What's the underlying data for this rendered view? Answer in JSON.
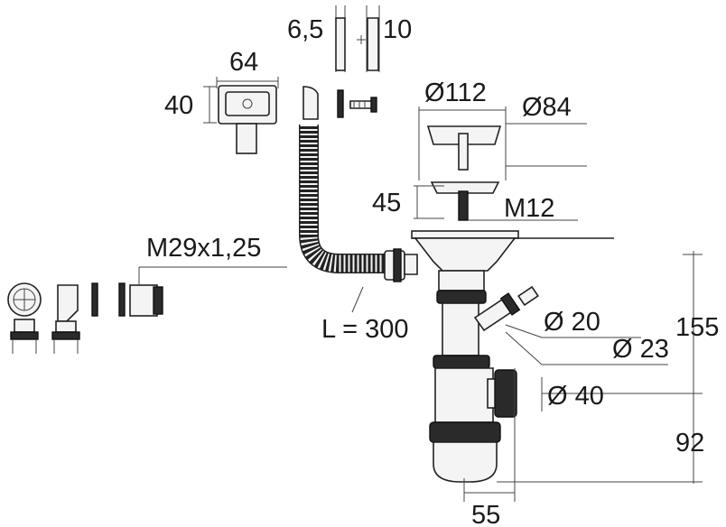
{
  "labels": {
    "spacer_thin": "6,5",
    "spacer_thick": "10",
    "overflow_width": "64",
    "overflow_height": "40",
    "basket_outer": "Ø112",
    "basket_inner": "Ø84",
    "depth": "45",
    "bolt": "M12",
    "thread": "M29x1,25",
    "hose_length": "L = 300",
    "side_inlet": "Ø 20",
    "side_inlet_outer": "Ø 23",
    "height_top": "155",
    "outlet": "Ø 40",
    "height_bottom": "92",
    "offset": "55"
  },
  "colors": {
    "line": "#222222",
    "fill_light": "#f4f4f4",
    "fill_dark": "#2a2a2a",
    "fill_mid": "#bdbdbd"
  }
}
